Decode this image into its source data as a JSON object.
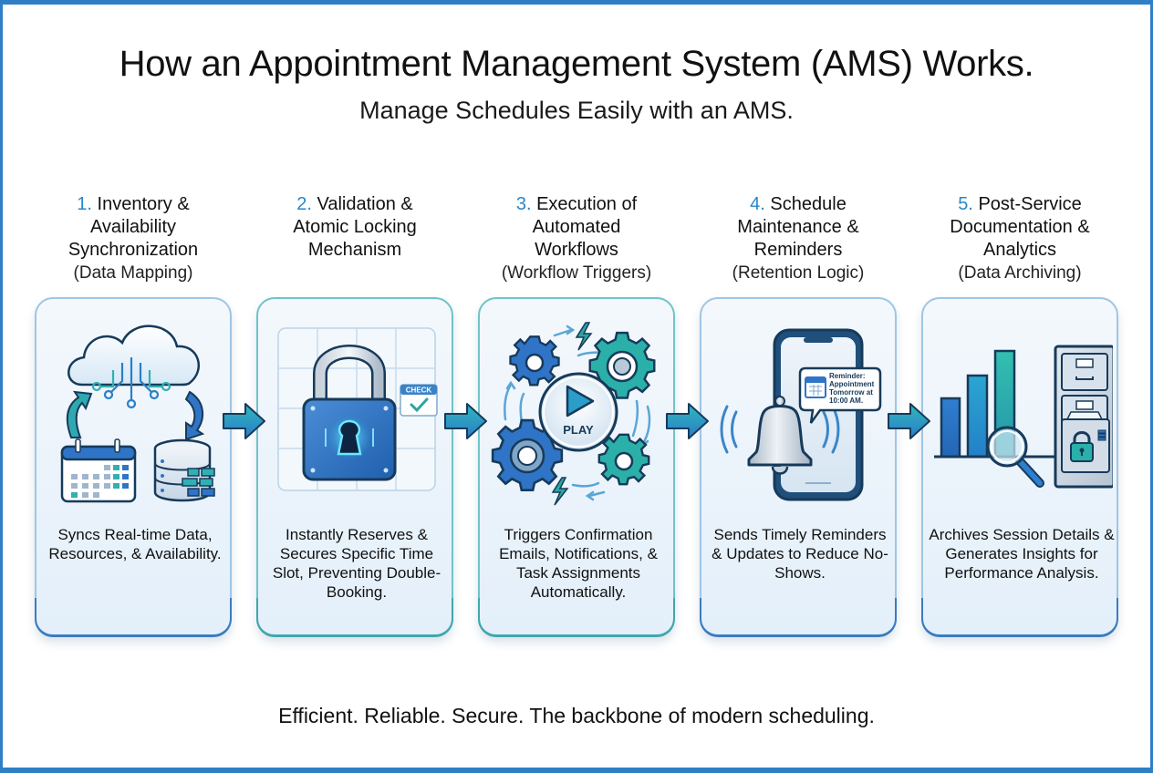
{
  "header": {
    "title": "How an Appointment Management System (AMS) Works.",
    "subtitle": "Manage Schedules Easily with an AMS."
  },
  "steps": [
    {
      "number": "1.",
      "title_lines": [
        "Inventory &",
        "Availability",
        "Synchronization"
      ],
      "subtitle": "(Data Mapping)",
      "icon": "cloud-sync-calendar-database-icon",
      "description": "Syncs Real-time Data, Resources, & Availability."
    },
    {
      "number": "2.",
      "title_lines": [
        "Validation &",
        "Atomic Locking",
        "Mechanism"
      ],
      "subtitle": "",
      "icon": "padlock-grid-check-icon",
      "icon_badge": "CHECK",
      "description": "Instantly Reserves & Secures Specific Time Slot, Preventing Double-Booking."
    },
    {
      "number": "3.",
      "title_lines": [
        "Execution of",
        "Automated",
        "Workflows"
      ],
      "subtitle": "(Workflow Triggers)",
      "icon": "gears-play-icon",
      "icon_badge": "PLAY",
      "description": "Triggers Confirmation Emails, Notifications, & Task Assignments Automatically."
    },
    {
      "number": "4.",
      "title_lines": [
        "Schedule",
        "Maintenance &",
        "Reminders"
      ],
      "subtitle": "(Retention Logic)",
      "icon": "phone-bell-reminder-icon",
      "icon_badge_lines": [
        "Reminder:",
        "Appointment",
        "Tomorrow at",
        "10:00 AM."
      ],
      "description": "Sends Timely Reminders & Updates to Reduce No-Shows."
    },
    {
      "number": "5.",
      "title_lines": [
        "Post-Service",
        "Documentation &",
        "Analytics"
      ],
      "subtitle": "(Data Archiving)",
      "icon": "bar-chart-file-cabinet-icon",
      "description": "Archives Session Details & Generates Insights for Performance Analysis."
    }
  ],
  "footer": {
    "tagline": "Efficient. Reliable. Secure. The backbone of modern scheduling."
  },
  "colors": {
    "frame": "#2f7fc6",
    "number_accent": "#2a86c8",
    "teal": "#2bb3b1",
    "blue": "#2f74c6",
    "card_bg": "#eaf3fb"
  }
}
